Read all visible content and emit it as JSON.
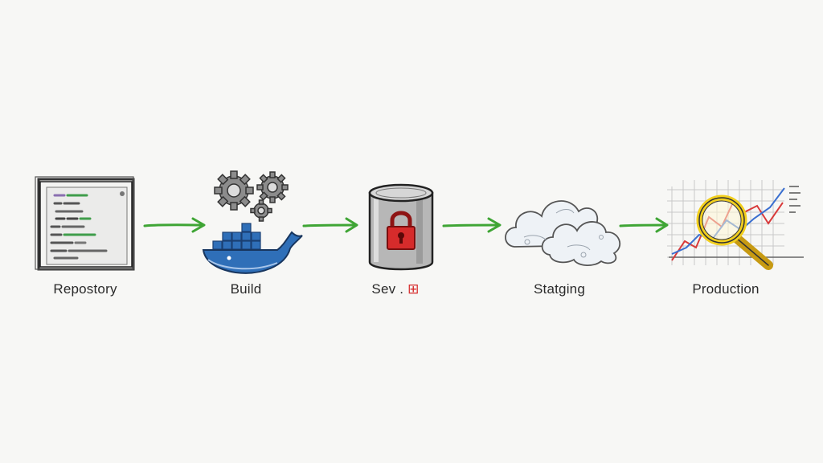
{
  "diagram": {
    "stages": [
      {
        "id": "repository",
        "label": "Repostory",
        "icon": "code-window-icon"
      },
      {
        "id": "build",
        "label": "Build",
        "icon": "docker-whale-gears-icon"
      },
      {
        "id": "security",
        "label": "Sev .",
        "label_mark": "⊞",
        "icon": "locked-cylinder-icon"
      },
      {
        "id": "staging",
        "label": "Statging",
        "icon": "cloud-icon"
      },
      {
        "id": "production",
        "label": "Production",
        "icon": "magnifier-chart-icon"
      }
    ],
    "arrow_color": "#3fa535",
    "accent_colors": {
      "docker_blue": "#2f6fb8",
      "lock_red": "#d62b2b",
      "magnifier_yellow": "#f2cf1d",
      "chart_red": "#d83a3a",
      "chart_blue": "#3a6fd0"
    }
  }
}
